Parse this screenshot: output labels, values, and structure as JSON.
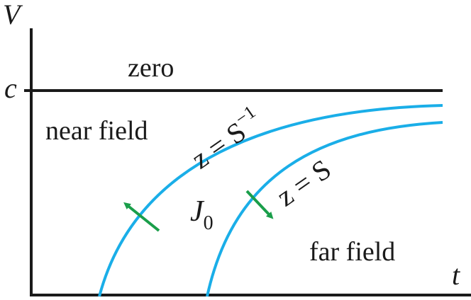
{
  "axes": {
    "y_label": "V",
    "x_label": "t",
    "y_tick_label": "c"
  },
  "regions": {
    "top": "zero",
    "upper_left": "near field",
    "middle": "J",
    "middle_subscript": "0",
    "lower_right": "far field"
  },
  "curves": {
    "upper": {
      "label": "z = S",
      "superscript": "−1"
    },
    "lower": {
      "label": "z = S"
    }
  },
  "colors": {
    "axis": "#1a1a1a",
    "curve": "#1aaee8",
    "arrow": "#1a9e4a"
  }
}
